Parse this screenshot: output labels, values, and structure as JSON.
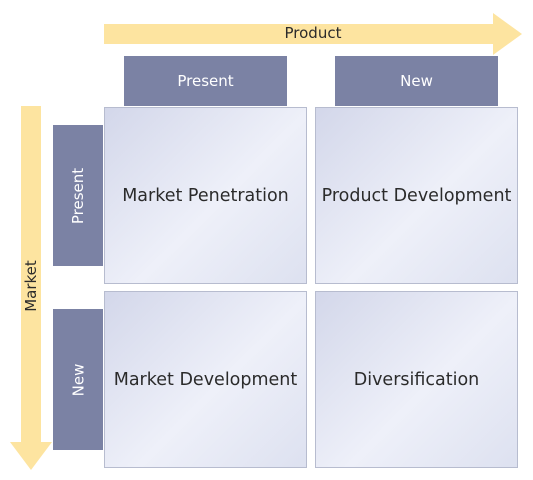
{
  "axes": {
    "product_label": "Product",
    "market_label": "Market"
  },
  "columns": [
    {
      "label": "Present"
    },
    {
      "label": "New"
    }
  ],
  "rows": [
    {
      "label": "Present"
    },
    {
      "label": "New"
    }
  ],
  "cells": {
    "present_present": "Market Penetration",
    "present_new": "Product Development",
    "new_present": "Market Development",
    "new_new": "Diversification"
  },
  "colors": {
    "arrow": "#fde4a0",
    "header": "#7b82a4",
    "cell_border": "#b7bccf"
  }
}
